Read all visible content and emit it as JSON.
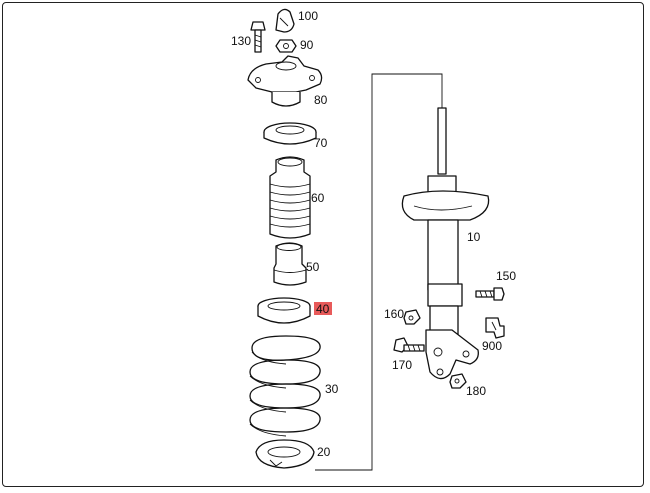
{
  "callouts": {
    "p100": "100",
    "p130": "130",
    "p90": "90",
    "p80": "80",
    "p70": "70",
    "p60": "60",
    "p50": "50",
    "p40": "40",
    "p30": "30",
    "p20": "20",
    "p10": "10",
    "p150": "150",
    "p160": "160",
    "p900": "900",
    "p170": "170",
    "p180": "180"
  },
  "highlight": {
    "part": "40",
    "color": "#e85a5a"
  }
}
